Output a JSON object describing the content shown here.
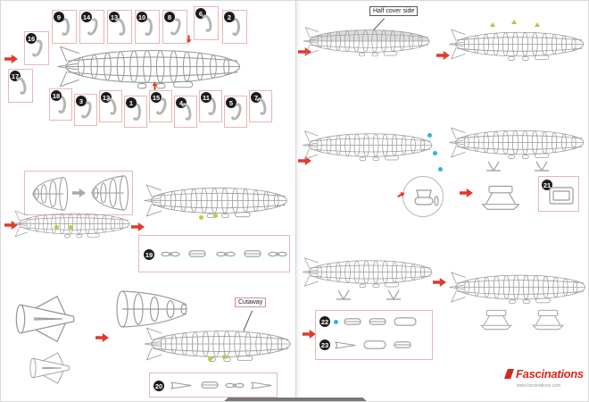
{
  "labels": {
    "half_cover_side": "Half cover side",
    "cutaway": "Cutaway"
  },
  "brand": {
    "name": "Fascinations",
    "website": "www.fascinations.com"
  },
  "colors": {
    "accent_red": "#e2392b",
    "callout_pink": "#eab6b6",
    "line_gray": "#9b9b9b",
    "marker_cyan": "#2fb4d9",
    "marker_green": "#b2d03c",
    "badge_black": "#1c1c1c",
    "logo_red": "#d6281e"
  },
  "parts": {
    "step1_top_row": [
      "9",
      "14",
      "13",
      "10",
      "8",
      "6",
      "2"
    ],
    "step1_left_col": [
      "16",
      "17"
    ],
    "step1_bottom_row": [
      "18",
      "3",
      "12",
      "1",
      "15",
      "4",
      "11",
      "5",
      "7"
    ],
    "step2_detail": [
      "19"
    ],
    "step3_detail": [
      "20"
    ],
    "stand_detail": [
      "21"
    ],
    "gondola_detail": [
      "22",
      "23"
    ]
  }
}
